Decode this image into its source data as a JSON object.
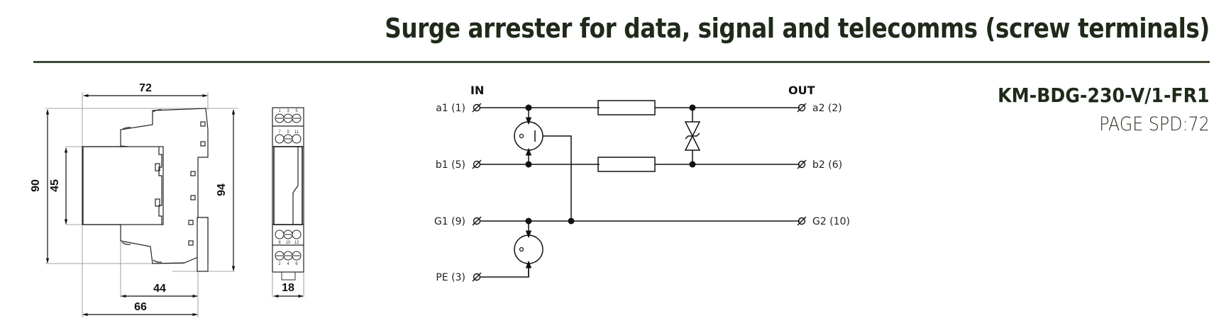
{
  "header": {
    "title": "Surge arrester for data, signal and telecomms (screw terminals)",
    "model": "KM-BDG-230-V/1-FR1",
    "page_ref": "PAGE SPD:72"
  },
  "dimensions": {
    "width_top": "72",
    "height_total": "90",
    "height_front": "45",
    "height_rail": "94",
    "depth_44": "44",
    "depth_66": "66",
    "module_width": "18"
  },
  "front_view": {
    "top_pins_row1": [
      "1",
      "3",
      "5"
    ],
    "top_pins_row2": [
      "7",
      "9",
      "11"
    ],
    "bottom_pins_row1": [
      "8",
      "10",
      "12"
    ],
    "bottom_pins_row2": [
      "2",
      "4",
      "6"
    ]
  },
  "schematic": {
    "in_label": "IN",
    "out_label": "OUT",
    "inputs": [
      "a1 (1)",
      "b1 (5)",
      "G1 (9)",
      "PE (3)"
    ],
    "outputs": [
      "a2 (2)",
      "b2 (6)",
      "G2 (10)"
    ]
  },
  "colors": {
    "title": "#1f2a1a",
    "rule": "#3d4a36"
  }
}
